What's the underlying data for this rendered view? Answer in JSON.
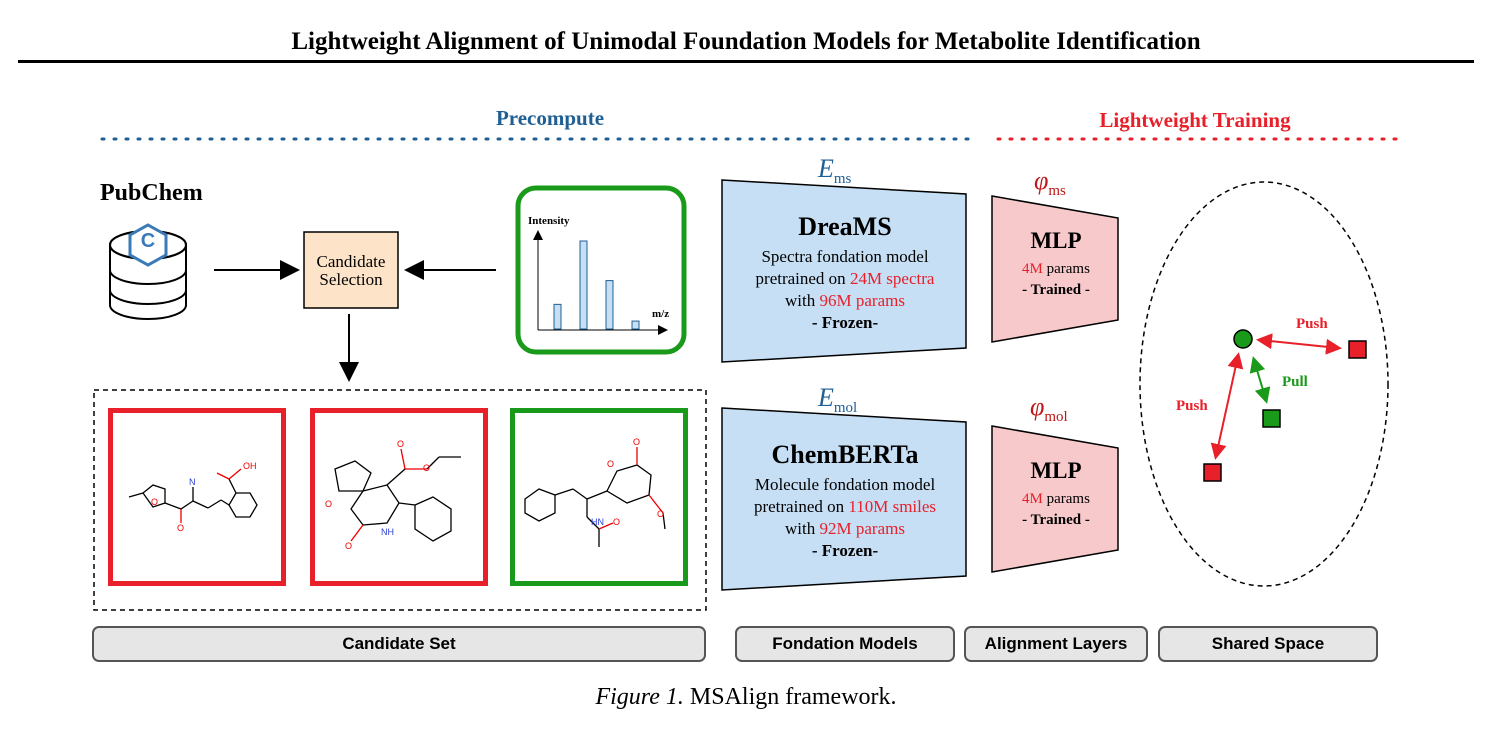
{
  "title": "Lightweight Alignment of Unimodal Foundation Models for Metabolite Identification",
  "colors": {
    "blue": "#1f5f94",
    "red": "#e8202a",
    "green": "#1a9a1a",
    "encoder_fill": "#c6dff5",
    "mlp_fill": "#f8c9cb",
    "candidate_fill": "#fde3c8"
  },
  "sections": {
    "precompute": "Precompute",
    "training": "Lightweight Training"
  },
  "pubchem": {
    "label": "PubChem",
    "icon": "database-icon",
    "logo_letter": "C"
  },
  "candidate_selection": {
    "line1": "Candidate",
    "line2": "Selection"
  },
  "spectrum": {
    "ylabel": "Intensity",
    "xlabel": "m/z",
    "peaks": [
      0.28,
      1.0,
      0.55,
      0.09
    ]
  },
  "encoders": {
    "ms": {
      "symbol": "E",
      "sub": "ms",
      "name": "DreaMS",
      "line1": "Spectra fondation model",
      "line2_pre": "pretrained on ",
      "line2_red": "24M spectra",
      "line3_pre": "with ",
      "line3_red": "96M params",
      "status": "- Frozen-"
    },
    "mol": {
      "symbol": "E",
      "sub": "mol",
      "name": "ChemBERTa",
      "line1": "Molecule fondation model",
      "line2_pre": "pretrained on ",
      "line2_red": "110M smiles",
      "line3_pre": "with ",
      "line3_red": "92M params",
      "status": "- Frozen-"
    }
  },
  "mlps": {
    "ms": {
      "symbol": "φ",
      "sub": "ms",
      "name": "MLP",
      "params_red": "4M",
      "params_rest": " params",
      "status": "- Trained -"
    },
    "mol": {
      "symbol": "φ",
      "sub": "mol",
      "name": "MLP",
      "params_red": "4M",
      "params_rest": " params",
      "status": "- Trained -"
    }
  },
  "molecules": {
    "m1": {
      "label_oh": "OH",
      "label_o1": "O",
      "label_n": "N",
      "label_o2": "O"
    },
    "m2": {
      "label_o1": "O",
      "label_o2": "O",
      "label_o3": "O",
      "label_o4": "O",
      "label_nh": "NH"
    },
    "m3": {
      "label_o1": "O",
      "label_o2": "O",
      "label_o3": "O",
      "label_hn": "HN",
      "label_o4": "O"
    }
  },
  "shared_space": {
    "push_top": "Push",
    "pull": "Pull",
    "push_left": "Push"
  },
  "bottom_labels": {
    "candidate_set": "Candidate Set",
    "foundation_models": "Fondation Models",
    "alignment_layers": "Alignment Layers",
    "shared_space": "Shared Space"
  },
  "caption": {
    "figure": "Figure 1.",
    "text": "MSAlign framework."
  }
}
